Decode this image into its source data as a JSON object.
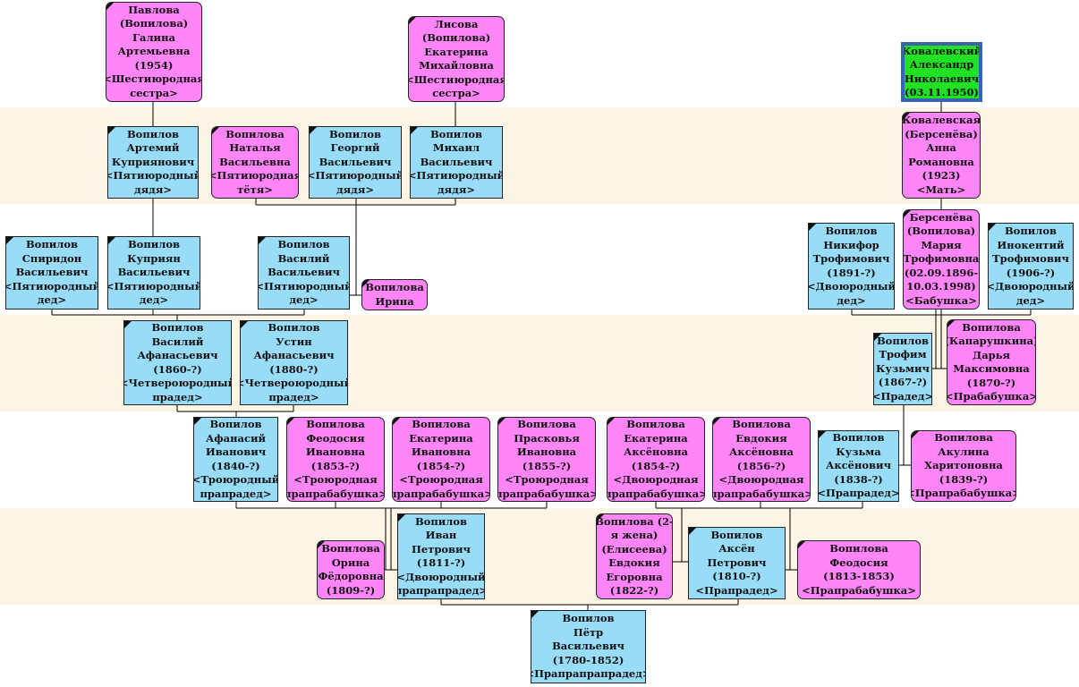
{
  "people": [
    {
      "id": "pavlova",
      "gender": "f",
      "lines": [
        "Павлова",
        "(Вопилова)",
        "Галина",
        "Артемьевна",
        "(1954)",
        "<Шестиюродная",
        "сестра>"
      ]
    },
    {
      "id": "lisova",
      "gender": "f",
      "lines": [
        "Лисова",
        "(Вопилова)",
        "Екатерина",
        "Михайловна",
        "<Шестиюродная",
        "сестра>"
      ]
    },
    {
      "id": "kovalevsky",
      "gender": "self",
      "lines": [
        "Ковалевский",
        "Александр",
        "Николаевич",
        "(03.11.1950)"
      ]
    },
    {
      "id": "artemy",
      "gender": "m",
      "lines": [
        "Вопилов",
        "Артемий",
        "Куприянович",
        "<Пятиюродный",
        "дядя>"
      ]
    },
    {
      "id": "natalya",
      "gender": "f",
      "lines": [
        "Вопилова",
        "Наталья",
        "Васильевна",
        "<Пятиюродная",
        "тётя>"
      ]
    },
    {
      "id": "georgy",
      "gender": "m",
      "lines": [
        "Вопилов",
        "Георгий",
        "Васильевич",
        "<Пятиюродный",
        "дядя>"
      ]
    },
    {
      "id": "mikhail",
      "gender": "m",
      "lines": [
        "Вопилов",
        "Михаил",
        "Васильевич",
        "<Пятиюродный",
        "дядя>"
      ]
    },
    {
      "id": "anna",
      "gender": "f",
      "lines": [
        "Ковалевская",
        "(Берсенёва)",
        "Анна",
        "Романовна",
        "(1923)",
        "<Мать>"
      ]
    },
    {
      "id": "spiridon",
      "gender": "m",
      "lines": [
        "Вопилов",
        "Спиридон",
        "Васильевич",
        "<Пятиюродный",
        "дед>"
      ]
    },
    {
      "id": "kupriyan",
      "gender": "m",
      "lines": [
        "Вопилов",
        "Куприян",
        "Васильевич",
        "<Пятиюродный",
        "дед>"
      ]
    },
    {
      "id": "vasily5",
      "gender": "m",
      "lines": [
        "Вопилов",
        "Василий",
        "Васильевич",
        "<Пятиюродный",
        "дед>"
      ]
    },
    {
      "id": "irina",
      "gender": "f",
      "lines": [
        "Вопилова",
        "Ирина"
      ]
    },
    {
      "id": "nikifor",
      "gender": "m",
      "lines": [
        "Вопилов",
        "Никифор",
        "Трофимович",
        "(1891-?)",
        "<Двоюродный",
        "дед>"
      ]
    },
    {
      "id": "maria",
      "gender": "f",
      "lines": [
        "Берсенёва",
        "(Вопилова)",
        "Мария",
        "Трофимовна",
        "(02.09.1896-",
        "10.03.1998)",
        "<Бабушка>"
      ]
    },
    {
      "id": "innokenty",
      "gender": "m",
      "lines": [
        "Вопилов",
        "Инокентий",
        "Трофимович",
        "(1906-?)",
        "<Двоюродный",
        "дед>"
      ]
    },
    {
      "id": "vasily4",
      "gender": "m",
      "lines": [
        "Вопилов",
        "Василий",
        "Афанасьевич",
        "(1860-?)",
        "<Четвероюродный",
        "прадед>"
      ]
    },
    {
      "id": "ustin",
      "gender": "m",
      "lines": [
        "Вопилов",
        "Устин",
        "Афанасьевич",
        "(1880-?)",
        "<Четвероюродный",
        "прадед>"
      ]
    },
    {
      "id": "trofim",
      "gender": "m",
      "lines": [
        "Вопилов",
        "Трофим",
        "Кузьмич",
        "(1867-?)",
        "<Прадед>"
      ]
    },
    {
      "id": "darya",
      "gender": "f",
      "lines": [
        "Вопилова",
        "(Капарушкина)",
        "Дарья",
        "Максимовна",
        "(1870-?)",
        "<Прабабушка>"
      ]
    },
    {
      "id": "afanasy",
      "gender": "m",
      "lines": [
        "Вопилов",
        "Афанасий",
        "Иванович",
        "(1840-?)",
        "<Троюродный",
        "прапрадед>"
      ]
    },
    {
      "id": "feodosia3",
      "gender": "f",
      "lines": [
        "Вопилова",
        "Феодосия",
        "Ивановна",
        "(1853-?)",
        "<Троюродная",
        "прапрабабушка>"
      ]
    },
    {
      "id": "ekaterina3",
      "gender": "f",
      "lines": [
        "Вопилова",
        "Екатерина",
        "Ивановна",
        "(1854-?)",
        "<Троюродная",
        "прапрабабушка>"
      ]
    },
    {
      "id": "praskovya",
      "gender": "f",
      "lines": [
        "Вопилова",
        "Прасковья",
        "Ивановна",
        "(1855-?)",
        "<Троюродная",
        "прапрабабушка>"
      ]
    },
    {
      "id": "ekaterina2",
      "gender": "f",
      "lines": [
        "Вопилова",
        "Екатерина",
        "Аксёновна",
        "(1854-?)",
        "<Двоюродная",
        "прапрабабушка>"
      ]
    },
    {
      "id": "evdokia2",
      "gender": "f",
      "lines": [
        "Вопилова",
        "Евдокия",
        "Аксёновна",
        "(1856-?)",
        "<Двоюродная",
        "прапрабабушка>"
      ]
    },
    {
      "id": "kuzma",
      "gender": "m",
      "lines": [
        "Вопилов",
        "Кузьма",
        "Аксёнович",
        "(1838-?)",
        "<Прапрадед>"
      ]
    },
    {
      "id": "akulina",
      "gender": "f",
      "lines": [
        "Вопилова",
        "Акулина",
        "Харитоновна",
        "(1839-?)",
        "<Прапрабабушка>"
      ]
    },
    {
      "id": "orina",
      "gender": "f",
      "lines": [
        "Вопилова",
        "Орина",
        "Фёдоровна",
        "(1809-?)"
      ]
    },
    {
      "id": "ivan",
      "gender": "m",
      "lines": [
        "Вопилов",
        "Иван",
        "Петрович",
        "(1811-?)",
        "<Двоюродный",
        "прапрапрадед>"
      ]
    },
    {
      "id": "evdokia_e",
      "gender": "f",
      "lines": [
        "Вопилова (2-",
        "я жена)",
        "(Елисеева)",
        "Евдокия",
        "Егоровна",
        "(1822-?)"
      ]
    },
    {
      "id": "aksyon",
      "gender": "m",
      "lines": [
        "Вопилов",
        "Аксён",
        "Петрович",
        "(1810-?)",
        "<Прапрадед>"
      ]
    },
    {
      "id": "feodosia_old",
      "gender": "f",
      "lines": [
        "Вопилова",
        "Феодосия",
        "(1813-1853)",
        "<Прапрабабушка>"
      ]
    },
    {
      "id": "pyotr",
      "gender": "m",
      "lines": [
        "Вопилов",
        "Пётр",
        "Васильевич",
        "(1780-1852)",
        "<Прапрапрапрадед>"
      ]
    }
  ]
}
